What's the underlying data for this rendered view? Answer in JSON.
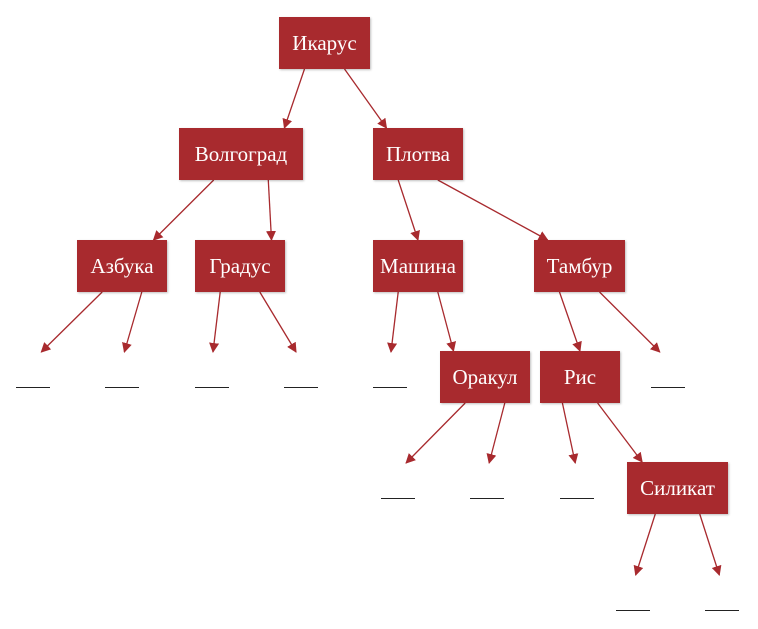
{
  "diagram": {
    "edge_color": "#a82a2e",
    "node_color": "#a82a2e",
    "node_text_color": "#ffffff",
    "nodes": [
      {
        "id": "n1",
        "label": "Икарус"
      },
      {
        "id": "n2",
        "label": "Волгоград"
      },
      {
        "id": "n3",
        "label": "Плотва"
      },
      {
        "id": "n4",
        "label": "Азбука"
      },
      {
        "id": "n5",
        "label": "Градус"
      },
      {
        "id": "n6",
        "label": "Машина"
      },
      {
        "id": "n7",
        "label": "Тамбур"
      },
      {
        "id": "n8",
        "label": "Оракул"
      },
      {
        "id": "n9",
        "label": "Рис"
      },
      {
        "id": "n10",
        "label": "Силикат"
      }
    ],
    "leaves": [
      {
        "id": "l1",
        "label": ""
      },
      {
        "id": "l2",
        "label": ""
      },
      {
        "id": "l3",
        "label": ""
      },
      {
        "id": "l4",
        "label": ""
      },
      {
        "id": "l5",
        "label": ""
      },
      {
        "id": "l6",
        "label": ""
      },
      {
        "id": "l7",
        "label": ""
      },
      {
        "id": "l8",
        "label": ""
      },
      {
        "id": "l9",
        "label": ""
      },
      {
        "id": "l10",
        "label": ""
      },
      {
        "id": "l11",
        "label": ""
      }
    ],
    "edges": [
      {
        "from": "n1",
        "to": "n2"
      },
      {
        "from": "n1",
        "to": "n3"
      },
      {
        "from": "n2",
        "to": "n4"
      },
      {
        "from": "n2",
        "to": "n5"
      },
      {
        "from": "n3",
        "to": "n6"
      },
      {
        "from": "n3",
        "to": "n7"
      },
      {
        "from": "n4",
        "to": "l1"
      },
      {
        "from": "n4",
        "to": "l2"
      },
      {
        "from": "n5",
        "to": "l3"
      },
      {
        "from": "n5",
        "to": "l4"
      },
      {
        "from": "n6",
        "to": "l5"
      },
      {
        "from": "n6",
        "to": "n8"
      },
      {
        "from": "n7",
        "to": "n9"
      },
      {
        "from": "n7",
        "to": "l6"
      },
      {
        "from": "n8",
        "to": "l7"
      },
      {
        "from": "n8",
        "to": "l8"
      },
      {
        "from": "n9",
        "to": "l9"
      },
      {
        "from": "n9",
        "to": "n10"
      },
      {
        "from": "n10",
        "to": "l10"
      },
      {
        "from": "n10",
        "to": "l11"
      }
    ]
  }
}
